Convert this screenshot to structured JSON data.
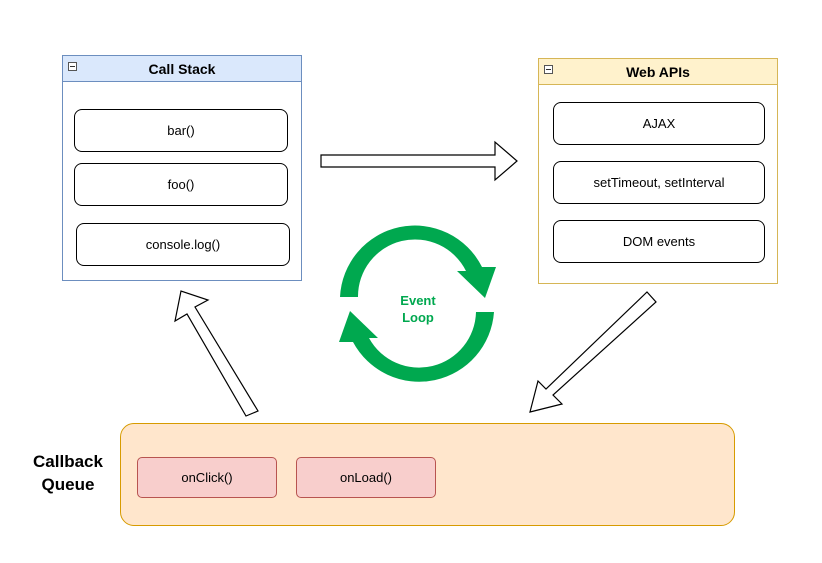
{
  "call_stack": {
    "title": "Call Stack",
    "items": [
      "bar()",
      "foo()",
      "console.log()"
    ],
    "header_color": "#dae8fc",
    "border_color": "#6c8ebf"
  },
  "web_apis": {
    "title": "Web APIs",
    "items": [
      "AJAX",
      "setTimeout, setInterval",
      "DOM events"
    ],
    "header_color": "#fff2cc",
    "border_color": "#d6b656"
  },
  "event_loop": {
    "label_line1": "Event",
    "label_line2": "Loop",
    "color": "#00a84f"
  },
  "callback_queue": {
    "label_line1": "Callback",
    "label_line2": "Queue",
    "items": [
      "onClick()",
      "onLoad()"
    ],
    "fill_color": "#ffe6cc",
    "border_color": "#d79b00"
  },
  "icons": {
    "collapse": "collapse-icon",
    "arrow": "outline-block-arrow"
  }
}
